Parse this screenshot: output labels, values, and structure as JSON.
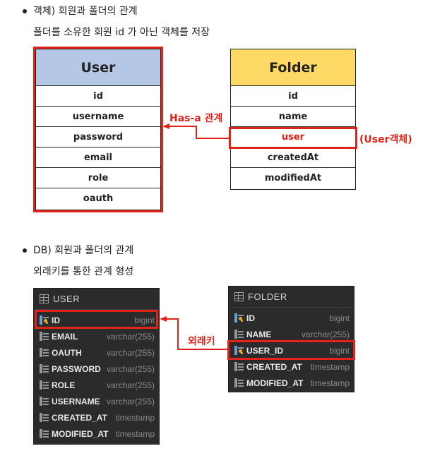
{
  "section1": {
    "heading": "객체) 회원과 폴더의 관계",
    "subtext": "폴더를 소유한 회원 id 가 아닌 객체를 저장",
    "user_class": {
      "title": "User",
      "fields": [
        "id",
        "username",
        "password",
        "email",
        "role",
        "oauth"
      ]
    },
    "folder_class": {
      "title": "Folder",
      "fields": [
        "id",
        "name",
        "user",
        "createdAt",
        "modifiedAt"
      ]
    },
    "relation_label": "Has-a 관계",
    "user_object_label": "(User객체)",
    "colors": {
      "user_header": "#b4c7e7",
      "folder_header": "#ffd966",
      "highlight": "#e2231a"
    }
  },
  "section2": {
    "heading": "DB) 회원과 폴더의 관계",
    "subtext": "외래키를 통한 관계 형성",
    "user_table": {
      "title": "USER",
      "columns": [
        {
          "name": "ID",
          "type": "bigint",
          "icon": "key-icon"
        },
        {
          "name": "EMAIL",
          "type": "varchar(255)",
          "icon": "column-icon"
        },
        {
          "name": "OAUTH",
          "type": "varchar(255)",
          "icon": "column-icon"
        },
        {
          "name": "PASSWORD",
          "type": "varchar(255)",
          "icon": "column-icon"
        },
        {
          "name": "ROLE",
          "type": "varchar(255)",
          "icon": "column-icon"
        },
        {
          "name": "USERNAME",
          "type": "varchar(255)",
          "icon": "column-icon"
        },
        {
          "name": "CREATED_AT",
          "type": "timestamp",
          "icon": "column-icon"
        },
        {
          "name": "MODIFIED_AT",
          "type": "timestamp",
          "icon": "column-icon"
        }
      ]
    },
    "folder_table": {
      "title": "FOLDER",
      "columns": [
        {
          "name": "ID",
          "type": "bigint",
          "icon": "key-icon"
        },
        {
          "name": "NAME",
          "type": "varchar(255)",
          "icon": "column-icon"
        },
        {
          "name": "USER_ID",
          "type": "bigint",
          "icon": "key-icon"
        },
        {
          "name": "CREATED_AT",
          "type": "timestamp",
          "icon": "column-icon"
        },
        {
          "name": "MODIFIED_AT",
          "type": "timestamp",
          "icon": "column-icon"
        }
      ]
    },
    "fk_label": "외래키"
  }
}
